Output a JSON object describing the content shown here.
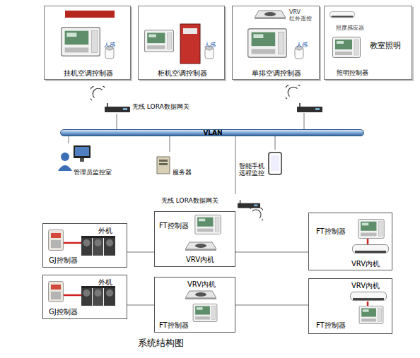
{
  "diagram": {
    "caption": "系统结构图",
    "nodes": [
      {
        "text": [
          "人感",
          "挂机空调控制器"
        ]
      },
      {
        "text": [
          "人感",
          "柜机空调控制器"
        ]
      },
      {
        "text": [
          "VRV 红外遥控",
          "人感",
          "单排空调控制器"
        ]
      },
      {
        "text": [
          "照度感应器",
          "教室照明",
          "照明控制器"
        ]
      },
      {
        "text": [
          "无线 LORA数据网关"
        ]
      },
      {
        "text": [
          "VLAN"
        ]
      },
      {
        "text": [
          "管理员监控室"
        ]
      },
      {
        "text": [
          "服务器"
        ]
      },
      {
        "text": [
          "智能手机 远程监控"
        ]
      },
      {
        "text": [
          "无线 LORA数据网关"
        ]
      },
      {
        "text": [
          "外机",
          "GJ控制器"
        ]
      },
      {
        "text": [
          "FT控制器",
          "VRV内机"
        ]
      },
      {
        "text": [
          "FT控制器",
          "VRV内机"
        ]
      },
      {
        "text": [
          "外机",
          "GJ控制器"
        ]
      },
      {
        "text": [
          "VRV内机",
          "FT控制器"
        ]
      },
      {
        "text": [
          "VRV内机",
          "FT控制器"
        ]
      }
    ],
    "edges": [
      {
        "from": 5,
        "to": 4,
        "arrow": "none"
      },
      {
        "from": 5,
        "to": 6,
        "arrow": "none"
      },
      {
        "from": 5,
        "to": 7,
        "arrow": "none"
      },
      {
        "from": 5,
        "to": 8,
        "arrow": "none"
      },
      {
        "from": 5,
        "to": 9,
        "arrow": "none"
      },
      {
        "from": 10,
        "to": 11,
        "arrow": "none"
      },
      {
        "from": 11,
        "to": 12,
        "arrow": "none"
      },
      {
        "from": 13,
        "to": 14,
        "arrow": "none"
      },
      {
        "from": 14,
        "to": 15,
        "arrow": "none"
      }
    ]
  }
}
